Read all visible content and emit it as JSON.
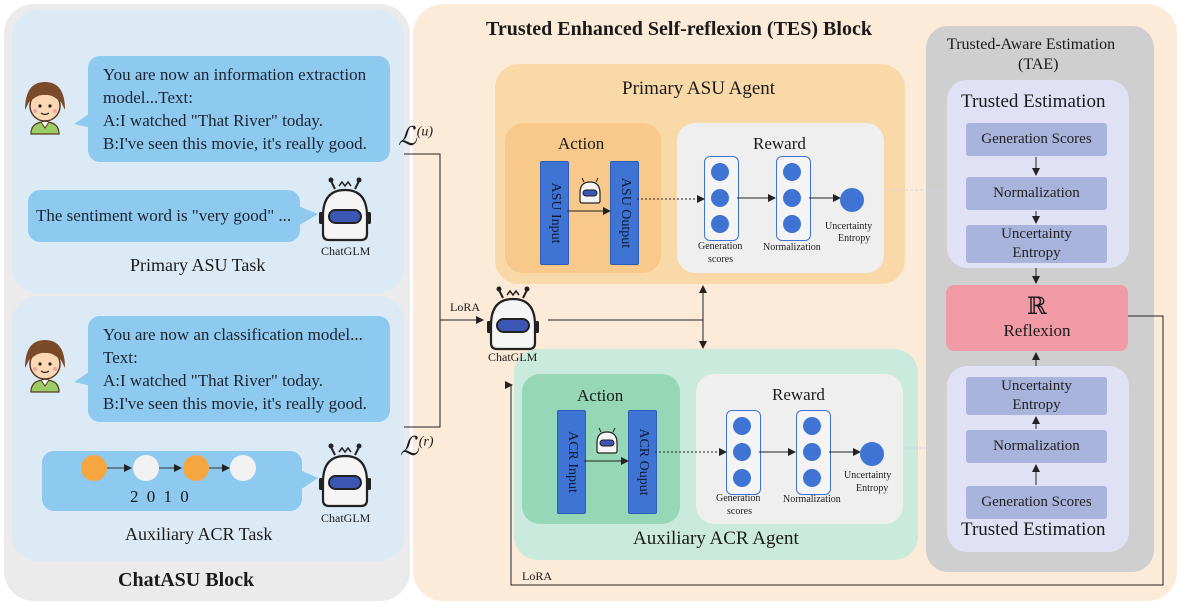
{
  "left_block": {
    "title": "ChatASU Block",
    "primary": {
      "prompt_lines": [
        "You are now an information extraction",
        "model...Text:",
        "A:I watched \"That River\" today.",
        "B:I've seen this movie, it's really good."
      ],
      "response": "The sentiment word is \"very good\" ...",
      "bot_label": "ChatGLM",
      "task_label": "Primary ASU Task"
    },
    "auxiliary": {
      "prompt_lines": [
        "You are now an classification  model...",
        "Text:",
        "A:I watched \"That River\" today.",
        "B:I've seen this movie, it's really good."
      ],
      "sequence_label": "2 0 1 0",
      "bot_label": "ChatGLM",
      "task_label": "Auxiliary ACR Task"
    }
  },
  "loss": {
    "u_base": "ℒ",
    "u_sup": "(u)",
    "r_base": "ℒ",
    "r_sup": "(r)"
  },
  "center": {
    "lora_top": "LoRA",
    "bot_label": "ChatGLM",
    "lora_bottom": "LoRA"
  },
  "tes": {
    "title": "Trusted Enhanced Self-reflexion (TES) Block",
    "primary_agent": {
      "title": "Primary ASU Agent",
      "action": "Action",
      "input": "ASU Input",
      "output": "ASU Output",
      "reward": "Reward",
      "gen_scores": [
        "Generation",
        "scores"
      ],
      "normalization": "Normalization",
      "uncertainty": [
        "Uncertainty",
        "Entropy"
      ]
    },
    "aux_agent": {
      "title": "Auxiliary ACR Agent",
      "action": "Action",
      "input": "ACR Input",
      "output": "ACR Ouput",
      "reward": "Reward",
      "gen_scores": [
        "Generation",
        "scores"
      ],
      "normalization": "Normalization",
      "uncertainty": [
        "Uncertainty",
        "Entropy"
      ]
    }
  },
  "tae": {
    "title": [
      "Trusted-Aware Estimation",
      "(TAE)"
    ],
    "top": {
      "title": "Trusted Estimation",
      "items": [
        "Generation Scores",
        "Normalization",
        "Uncertainty Entropy"
      ]
    },
    "reflexion": {
      "symbol": "ℝ",
      "label": "Reflexion"
    },
    "bottom": {
      "title": "Trusted Estimation",
      "items": [
        "Uncertainty Entropy",
        "Normalization",
        "Generation Scores"
      ]
    }
  },
  "colors": {
    "left_bg": "#eaeaea",
    "task_bg": "#dcebf6",
    "tes_bg": "#fcebd9",
    "asu_agent": "#fad9a8",
    "acr_agent": "#c9eadc",
    "tae_bg": "#cfcfcf",
    "reflexion": "#f29aa6",
    "bar_blue": "#3f74d4"
  }
}
